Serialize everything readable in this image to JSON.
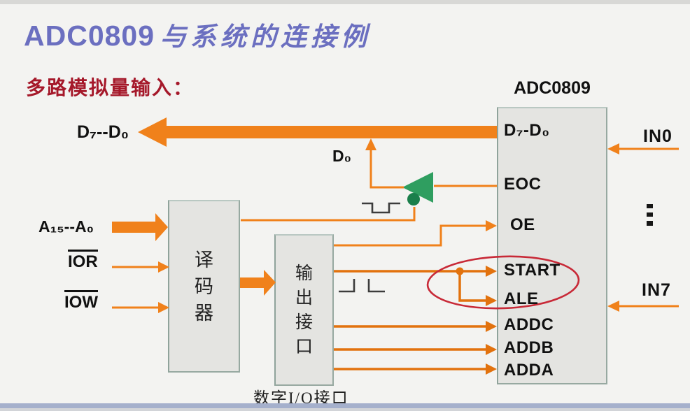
{
  "title": {
    "part_en": "ADC0809",
    "part_zh": "与系统的连接例"
  },
  "subtitle": "多路模拟量输入：",
  "colors": {
    "accent_orange": "#f0811b",
    "accent_orange_dark": "#e2720e",
    "buffer_green": "#2f9e60",
    "buffer_green_dark": "#1a7f4b",
    "highlight_ellipse_red": "#c82937",
    "title_purple": "#6b6fc0",
    "subtitle_red": "#a5182a",
    "box_fill": "#e4e4e1",
    "box_border": "#97a9a1"
  },
  "left_labels": {
    "data_bus": "D₇--D₀",
    "addr_bus": "A₁₅--A₀",
    "ior": "IOR",
    "iow": "IOW",
    "d0_branch": "D₀"
  },
  "blocks": {
    "decoder_label": "译码器",
    "output_interface_label": "输出接口",
    "digital_io_caption": "数字I/O接口"
  },
  "chip": {
    "name": "ADC0809",
    "pins": [
      "D₇-D₀",
      "EOC",
      "OE",
      "START",
      "ALE",
      "ADDC",
      "ADDB",
      "ADDA"
    ],
    "analog_inputs": {
      "first": "IN0",
      "last": "IN7"
    }
  },
  "icons": {
    "tristate_buffer": "left-pointing-triangle-with-enable-bubble",
    "analog_input_ellipsis": "vertical-ellipsis",
    "negative_pulse": "negative-pulse-waveform",
    "edge_symbols": "pulse-edge-pair"
  }
}
